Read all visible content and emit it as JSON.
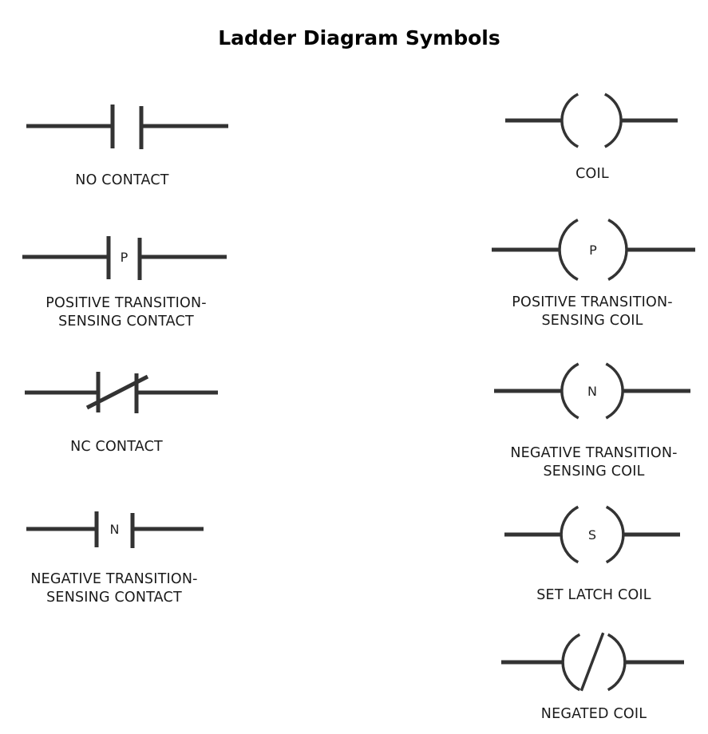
{
  "title": "Ladder Diagram Symbols",
  "colors": {
    "stroke": "#333333",
    "text": "#1a1a1a",
    "background": "#ffffff"
  },
  "contacts": [
    {
      "id": "no-contact",
      "kind": "contact",
      "inner": "",
      "label_lines": [
        "NO CONTACT"
      ]
    },
    {
      "id": "positive-transition-contact",
      "kind": "contact",
      "inner": "P",
      "label_lines": [
        "POSITIVE TRANSITION-",
        "SENSING CONTACT"
      ]
    },
    {
      "id": "nc-contact",
      "kind": "nc-contact",
      "inner": "",
      "label_lines": [
        "NC CONTACT"
      ]
    },
    {
      "id": "negative-transition-contact",
      "kind": "contact",
      "inner": "N",
      "label_lines": [
        "NEGATIVE TRANSITION-",
        "SENSING CONTACT"
      ]
    }
  ],
  "coils": [
    {
      "id": "coil",
      "kind": "coil",
      "inner": "",
      "label_lines": [
        "COIL"
      ]
    },
    {
      "id": "positive-transition-coil",
      "kind": "coil",
      "inner": "P",
      "label_lines": [
        "POSITIVE TRANSITION-",
        "SENSING COIL"
      ]
    },
    {
      "id": "negative-transition-coil",
      "kind": "coil",
      "inner": "N",
      "label_lines": [
        "NEGATIVE TRANSITION-",
        "SENSING COIL"
      ]
    },
    {
      "id": "set-latch-coil",
      "kind": "coil",
      "inner": "S",
      "label_lines": [
        "SET LATCH COIL"
      ]
    },
    {
      "id": "negated-coil",
      "kind": "negated-coil",
      "inner": "",
      "label_lines": [
        "NEGATED COIL"
      ]
    }
  ]
}
